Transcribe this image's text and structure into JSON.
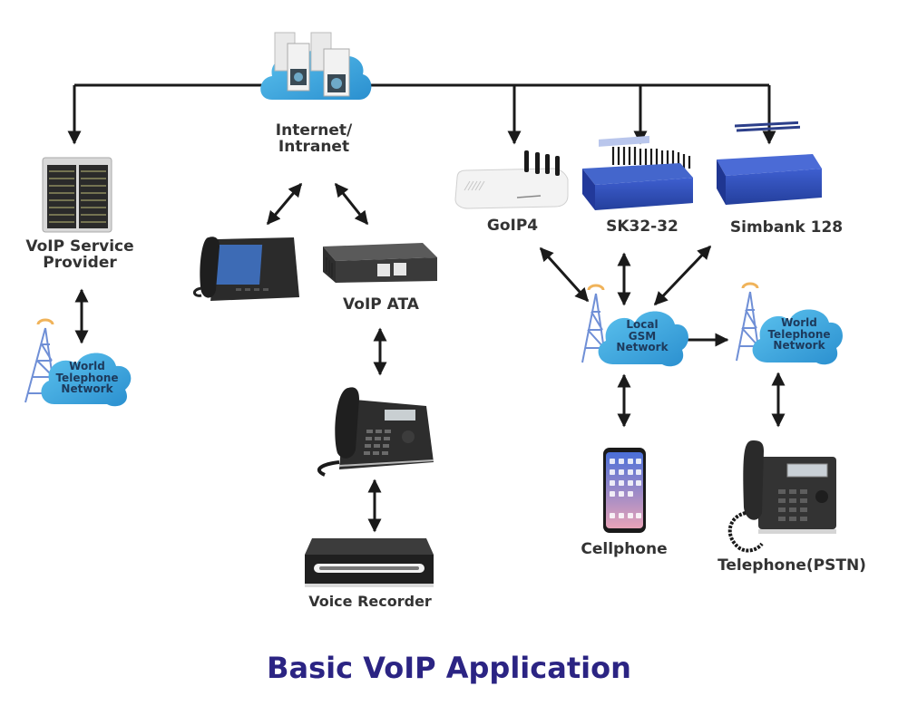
{
  "title": "Basic VoIP Application",
  "colors": {
    "title": "#2b2483",
    "label": "#333333",
    "cloud": "#3aa6dc",
    "cloud_label": "#1d3a5c",
    "connector": "#1a1a1a",
    "device_blue": "#2f4fb8",
    "tower": "#6f8fd6"
  },
  "nodes": {
    "internet": {
      "line1": "Internet/",
      "line2": "Intranet",
      "icon": "server-cloud-icon"
    },
    "voip_provider": {
      "line1": "VoIP Service",
      "line2": "Provider",
      "icon": "server-rack-icon"
    },
    "world_net_left": {
      "line1": "World",
      "line2": "Telephone",
      "line3": "Network",
      "icon": "cell-tower-cloud-icon"
    },
    "ip_phone_touch": {
      "icon": "touchscreen-ip-phone-icon"
    },
    "voip_ata": {
      "label": "VoIP ATA",
      "icon": "ata-adapter-icon"
    },
    "desk_phone": {
      "icon": "desk-ip-phone-icon"
    },
    "voice_recorder": {
      "label": "Voice Recorder",
      "icon": "voice-recorder-icon"
    },
    "goip4": {
      "label": "GoIP4",
      "icon": "gsm-gateway-icon"
    },
    "sk32": {
      "label": "SK32-32",
      "icon": "sim-bank-gateway-icon"
    },
    "simbank": {
      "label": "Simbank 128",
      "icon": "simbank-icon"
    },
    "local_gsm": {
      "line1": "Local",
      "line2": "GSM",
      "line3": "Network",
      "icon": "cell-tower-cloud-icon"
    },
    "world_net_right": {
      "line1": "World",
      "line2": "Telephone",
      "line3": "Network",
      "icon": "cell-tower-cloud-icon"
    },
    "cellphone": {
      "label": "Cellphone",
      "icon": "smartphone-icon"
    },
    "pstn_phone": {
      "label": "Telephone(PSTN)",
      "icon": "pstn-telephone-icon"
    }
  },
  "connections": [
    {
      "from": "internet",
      "to": "voip_provider",
      "direction": "one-way"
    },
    {
      "from": "internet",
      "to": "goip4",
      "direction": "one-way"
    },
    {
      "from": "internet",
      "to": "sk32",
      "direction": "one-way"
    },
    {
      "from": "internet",
      "to": "simbank",
      "direction": "one-way"
    },
    {
      "from": "voip_provider",
      "to": "world_net_left",
      "direction": "two-way"
    },
    {
      "from": "internet",
      "to": "ip_phone_touch",
      "direction": "two-way"
    },
    {
      "from": "internet",
      "to": "voip_ata",
      "direction": "two-way"
    },
    {
      "from": "voip_ata",
      "to": "desk_phone",
      "direction": "two-way"
    },
    {
      "from": "desk_phone",
      "to": "voice_recorder",
      "direction": "two-way"
    },
    {
      "from": "goip4",
      "to": "local_gsm",
      "direction": "two-way"
    },
    {
      "from": "sk32",
      "to": "local_gsm",
      "direction": "two-way"
    },
    {
      "from": "simbank",
      "to": "local_gsm",
      "direction": "two-way"
    },
    {
      "from": "local_gsm",
      "to": "world_net_right",
      "direction": "one-way"
    },
    {
      "from": "local_gsm",
      "to": "cellphone",
      "direction": "two-way"
    },
    {
      "from": "world_net_right",
      "to": "pstn_phone",
      "direction": "two-way"
    }
  ]
}
